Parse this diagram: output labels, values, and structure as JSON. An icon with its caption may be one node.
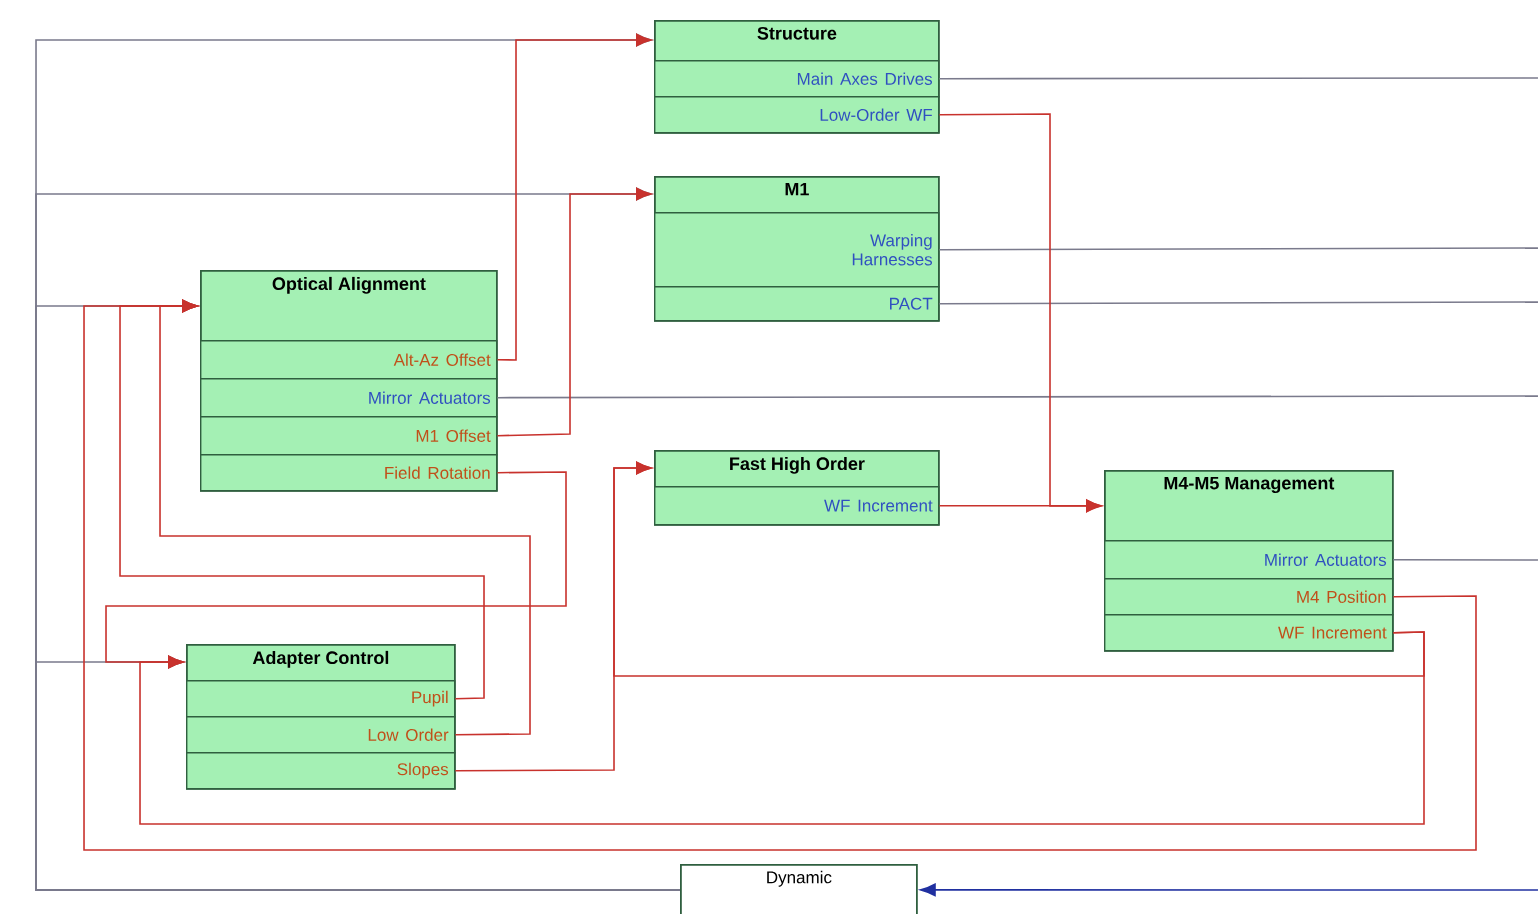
{
  "diagram": {
    "nodes": [
      {
        "text": [
          "Structure"
        ]
      },
      {
        "text": [
          "Main Axes Drives"
        ],
        "in": 0
      },
      {
        "text": [
          "Low-Order WF"
        ],
        "in": 0
      },
      {
        "text": [
          "M1"
        ]
      },
      {
        "text": [
          "Warping Harnesses"
        ],
        "in": 3
      },
      {
        "text": [
          "PACT"
        ],
        "in": 3
      },
      {
        "text": [
          "Optical Alignment"
        ]
      },
      {
        "text": [
          "Alt-Az Offset"
        ],
        "in": 6
      },
      {
        "text": [
          "Mirror Actuators"
        ],
        "in": 6
      },
      {
        "text": [
          "M1 Offset"
        ],
        "in": 6
      },
      {
        "text": [
          "Field Rotation"
        ],
        "in": 6
      },
      {
        "text": [
          "Fast High Order"
        ]
      },
      {
        "text": [
          "WF Increment"
        ],
        "in": 11
      },
      {
        "text": [
          "M4-M5 Management"
        ]
      },
      {
        "text": [
          "Mirror Actuators"
        ],
        "in": 13
      },
      {
        "text": [
          "M4 Position"
        ],
        "in": 13
      },
      {
        "text": [
          "WF Increment"
        ],
        "in": 13
      },
      {
        "text": [
          "Adapter Control"
        ]
      },
      {
        "text": [
          "Pupil"
        ],
        "in": 17
      },
      {
        "text": [
          "Low Order"
        ],
        "in": 17
      },
      {
        "text": [
          "Slopes"
        ],
        "in": 17
      },
      {
        "text": [
          "Dynamic"
        ]
      }
    ],
    "edges": [
      {
        "from": 1,
        "to": null,
        "arrow": "none",
        "color": "#7a7a8c"
      },
      {
        "from": 4,
        "to": null,
        "arrow": "none",
        "color": "#7a7a8c"
      },
      {
        "from": 5,
        "to": null,
        "arrow": "none",
        "color": "#7a7a8c"
      },
      {
        "from": 8,
        "to": null,
        "arrow": "none",
        "color": "#7a7a8c"
      },
      {
        "from": 14,
        "to": null,
        "arrow": "none",
        "color": "#7a7a8c"
      },
      {
        "from": null,
        "to": 21,
        "arrow": "to",
        "color": "#2030a0"
      },
      {
        "from": 21,
        "to": 0,
        "arrow": "to",
        "color": "#7a7a8c"
      },
      {
        "from": 21,
        "to": 3,
        "arrow": "to",
        "color": "#7a7a8c"
      },
      {
        "from": 21,
        "to": 6,
        "arrow": "to",
        "color": "#7a7a8c"
      },
      {
        "from": 21,
        "to": 17,
        "arrow": "to",
        "color": "#7a7a8c"
      },
      {
        "from": 7,
        "to": 0,
        "arrow": "to"
      },
      {
        "from": 9,
        "to": 3,
        "arrow": "to"
      },
      {
        "from": 2,
        "to": 13,
        "arrow": "to"
      },
      {
        "from": 12,
        "to": 13,
        "arrow": "to"
      },
      {
        "from": 20,
        "to": 11,
        "arrow": "to"
      },
      {
        "from": 16,
        "to": 11,
        "arrow": "to"
      },
      {
        "from": 16,
        "to": 17,
        "arrow": "to"
      },
      {
        "from": 15,
        "to": 6,
        "arrow": "to"
      },
      {
        "from": 18,
        "to": 6,
        "arrow": "to"
      },
      {
        "from": 19,
        "to": 6,
        "arrow": "to"
      },
      {
        "from": 10,
        "to": 17,
        "arrow": "to"
      }
    ]
  }
}
